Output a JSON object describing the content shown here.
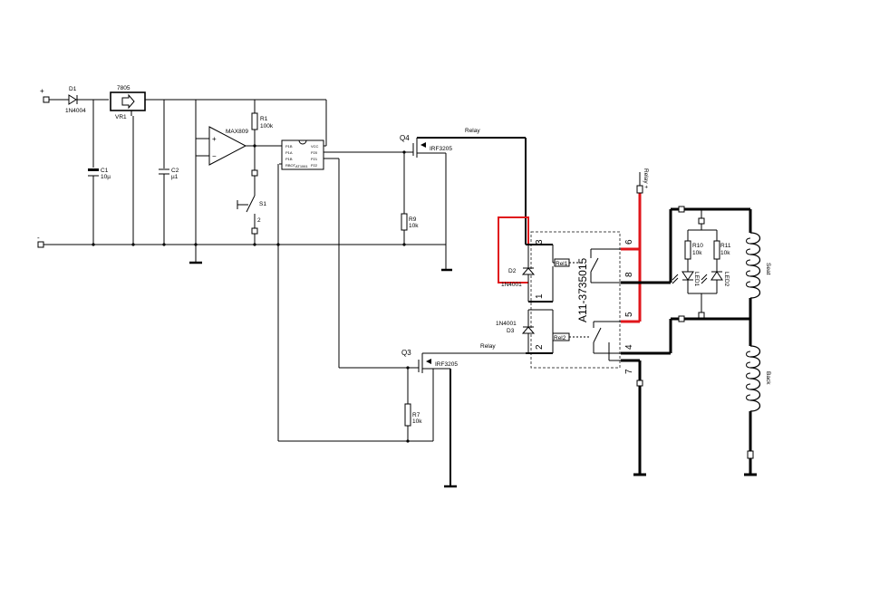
{
  "components": {
    "d1": {
      "ref": "D1",
      "value": "1N4004"
    },
    "vr1": {
      "ref": "VR1",
      "value": "7805"
    },
    "c1": {
      "ref": "C1",
      "value": "10µ"
    },
    "c2": {
      "ref": "C2",
      "value": "µ1"
    },
    "opamp": {
      "ref": "MAX809",
      "plus": "+",
      "minus": "−"
    },
    "r1": {
      "ref": "R1",
      "value": "100k"
    },
    "s1": {
      "ref": "S1",
      "pin": "2"
    },
    "ic": {
      "ref": "AT1061",
      "left_pins": [
        "P1B",
        "P1A",
        "P1B",
        "RBOT"
      ],
      "right_pins": [
        "VCC",
        "P20",
        "P21",
        "P22"
      ]
    },
    "q4": {
      "ref": "Q4",
      "value": "IRF3205"
    },
    "q3": {
      "ref": "Q3",
      "value": "IRF3205"
    },
    "r9": {
      "ref": "R9",
      "value": "10k"
    },
    "r7": {
      "ref": "R7",
      "value": "10k"
    },
    "d2": {
      "ref": "D2",
      "value": "1N4001"
    },
    "d3": {
      "ref": "D3",
      "value": "1N4001"
    },
    "relay": {
      "part": "A11-3735015",
      "rel1": "Rel1",
      "rel2": "Rel2",
      "pins": [
        "3",
        "1",
        "2",
        "6",
        "8",
        "5",
        "4",
        "7"
      ]
    },
    "r10": {
      "ref": "R10",
      "value": "10k"
    },
    "r11": {
      "ref": "R11",
      "value": "10k"
    },
    "led1": {
      "ref": "LED1"
    },
    "led2": {
      "ref": "LED2"
    },
    "seat": {
      "label": "Seat"
    },
    "back": {
      "label": "Back"
    }
  },
  "nets": {
    "plus_terminal": "+",
    "minus_terminal": "-",
    "relay_q4": "Relay",
    "relay_q3": "Relay",
    "relay_plus": "Relay +"
  },
  "colors": {
    "wire": "#000000",
    "highlight": "#e0161b",
    "dashed_box": "#444444"
  }
}
